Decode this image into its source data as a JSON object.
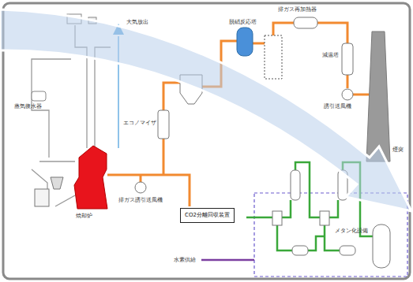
{
  "diagram": {
    "nodes": [
      {
        "text": [
          "CO2分離回収装置"
        ]
      }
    ],
    "labels": [
      "蒸気復水器",
      "焼却炉",
      "大気放出",
      "エコノマイザ",
      "排ガス誘引送風機",
      "脱硝反応塔",
      "排ガス再加熱器",
      "減温塔",
      "誘引送風機",
      "煙突",
      "メタン化設備",
      "水素供給"
    ]
  }
}
